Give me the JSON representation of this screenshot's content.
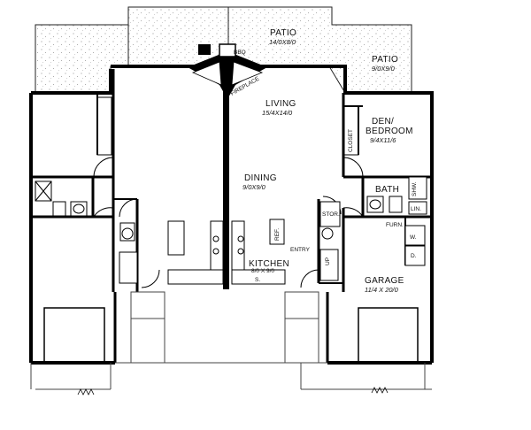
{
  "rooms": {
    "patio_center": {
      "name": "PATIO",
      "dim": "14/0X8/0"
    },
    "patio_right": {
      "name": "PATIO",
      "dim": "9/0X9/0"
    },
    "living": {
      "name": "LIVING",
      "dim": "15/4X14/0"
    },
    "den": {
      "name": "DEN/",
      "name2": "BEDROOM",
      "dim": "9/4X11/6"
    },
    "dining": {
      "name": "DINING",
      "dim": "9/0X9/0"
    },
    "kitchen": {
      "name": "KITCHEN",
      "dim": "8/0 X 9/0"
    },
    "bath": {
      "name": "BATH"
    },
    "garage": {
      "name": "GARAGE",
      "dim": "11/4 X 20/0"
    }
  },
  "fixtures": {
    "bbq": "BBQ",
    "fireplace": "FIREPLACE",
    "closet": "CLOSET",
    "entry": "ENTRY",
    "stor": "STOR.",
    "shw": "SHW.",
    "lin": "LIN.",
    "furn": "FURN.",
    "washer": "W.",
    "dryer": "D.",
    "up": "UP",
    "ref": "REF.",
    "sink": "S."
  }
}
